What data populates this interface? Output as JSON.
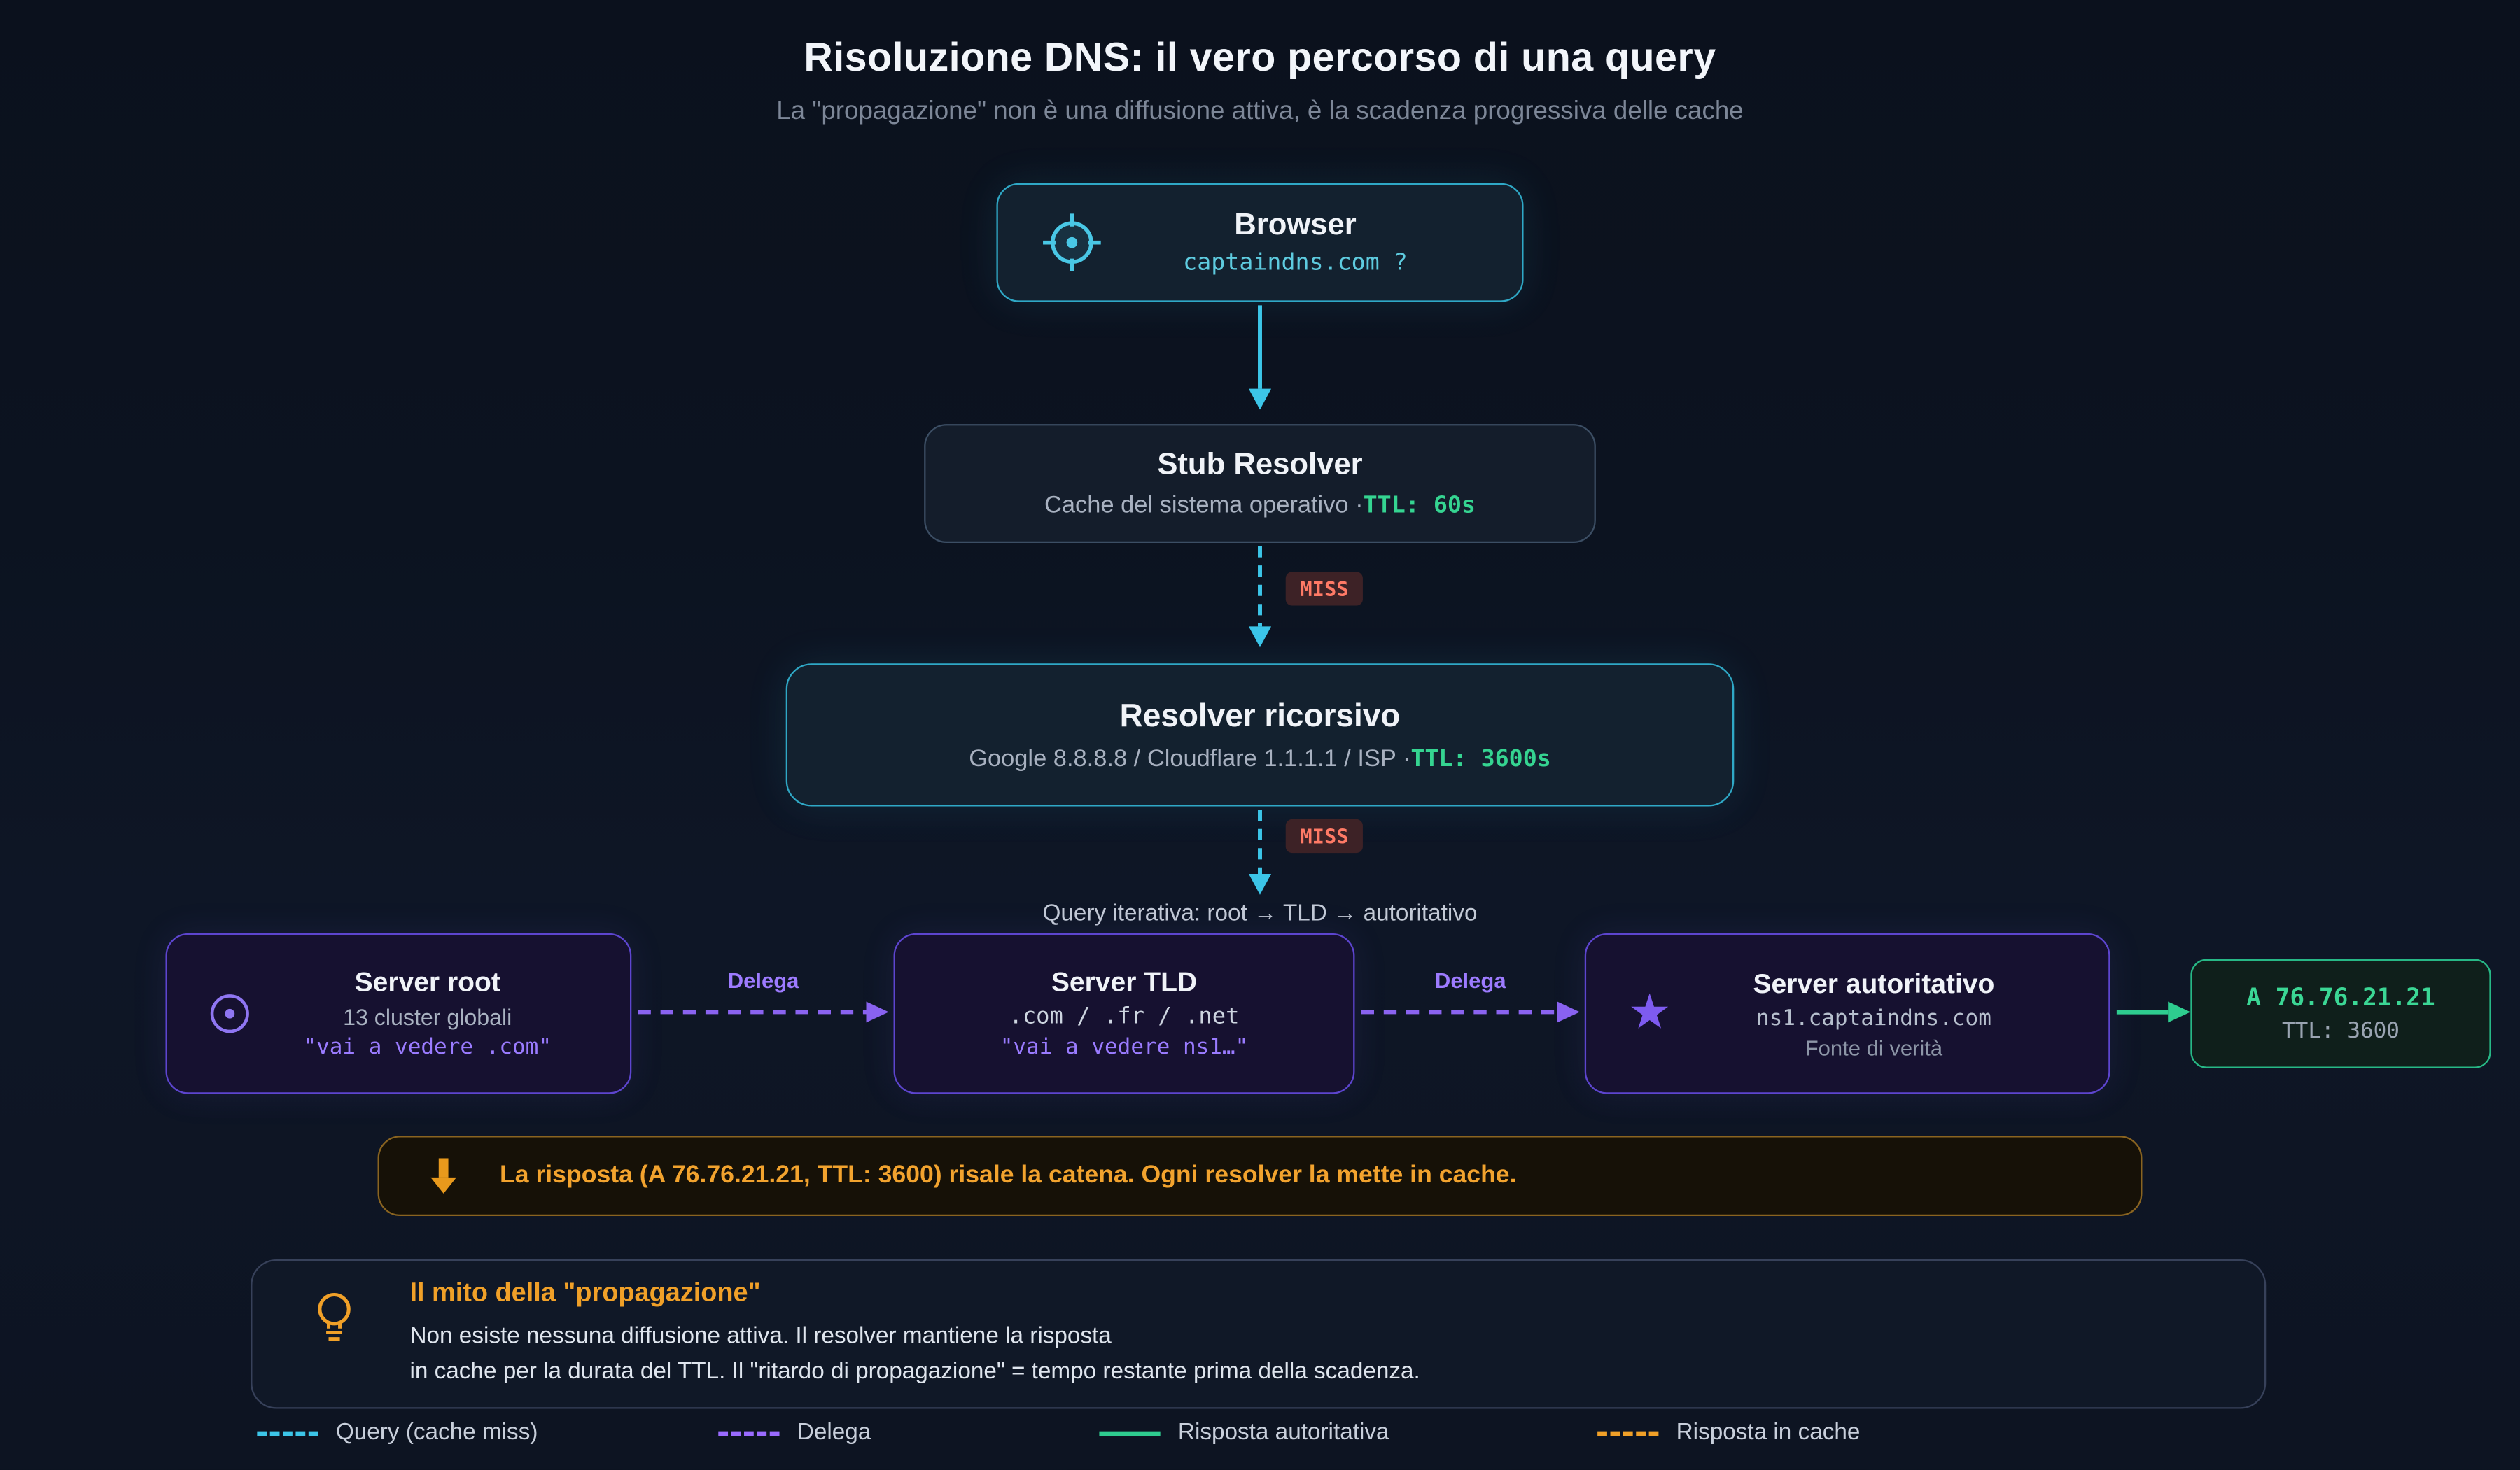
{
  "header": {
    "title": "Risoluzione DNS: il vero percorso di una query",
    "subtitle": "La \"propagazione\" non è una diffusione attiva, è la scadenza progressiva delle cache"
  },
  "browser": {
    "title": "Browser",
    "query": "captaindns.com ?"
  },
  "stub": {
    "title": "Stub Resolver",
    "desc": "Cache del sistema operativo · ",
    "ttl": "TTL: 60s"
  },
  "recursive": {
    "title": "Resolver ricorsivo",
    "desc": "Google 8.8.8.8 / Cloudflare 1.1.1.1 / ISP · ",
    "ttl": "TTL: 3600s"
  },
  "miss_badge": "MISS",
  "iterative_label": "Query iterativa: root → TLD → autoritativo",
  "delega_label": "Delega",
  "root": {
    "title": "Server root",
    "line1": "13 cluster globali",
    "line2": "\"vai a vedere .com\""
  },
  "tld": {
    "title": "Server TLD",
    "line1": ".com / .fr / .net",
    "line2": "\"vai a vedere ns1…\""
  },
  "auth": {
    "title": "Server autoritativo",
    "line1": "ns1.captaindns.com",
    "line2": "Fonte di verità"
  },
  "answer": {
    "record": "A 76.76.21.21",
    "ttl": "TTL: 3600"
  },
  "callout": {
    "text": "La risposta (A 76.76.21.21, TTL: 3600) risale la catena. Ogni resolver la mette in cache."
  },
  "myth": {
    "title": "Il mito della \"propagazione\"",
    "line1": "Non esiste nessuna diffusione attiva. Il resolver mantiene la risposta",
    "line2": "in cache per la durata del TTL. Il \"ritardo di propagazione\" = tempo restante prima della scadenza."
  },
  "legend": [
    {
      "label": "Query (cache miss)"
    },
    {
      "label": "Delega"
    },
    {
      "label": "Risposta autoritativa"
    },
    {
      "label": "Risposta in cache"
    }
  ],
  "colors": {
    "cyan": "#3cc5e8",
    "purple": "#9a6bff",
    "green": "#2ecc8f",
    "orange": "#f0a028",
    "red": "#ff7a66"
  }
}
